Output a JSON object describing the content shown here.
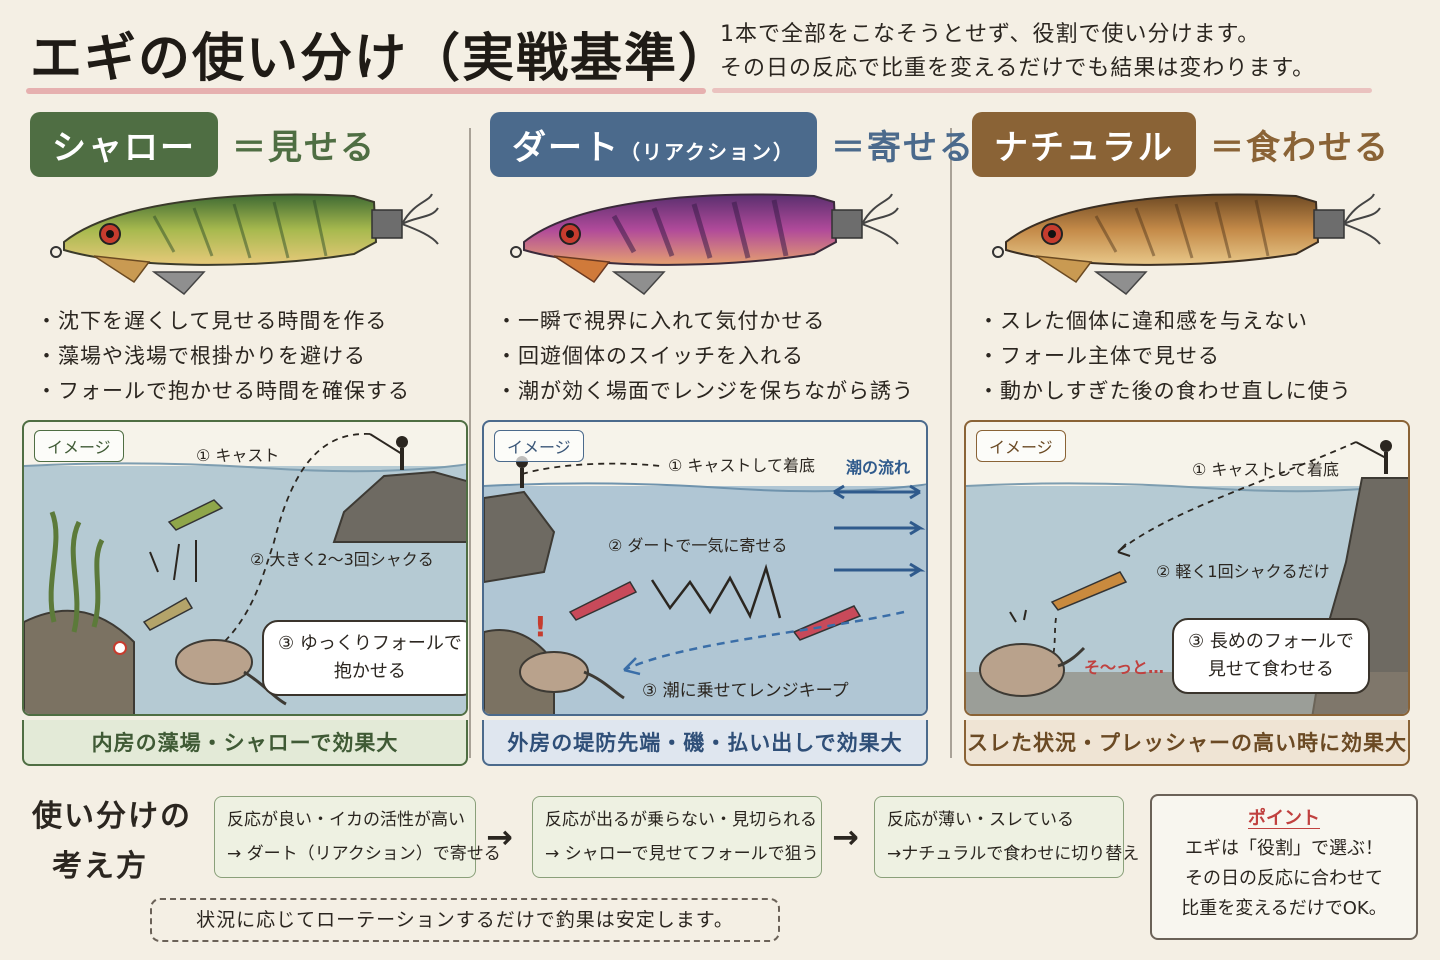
{
  "header": {
    "title": "エギの使い分け（実戦基準）",
    "subtitle_line1": "1本で全部をこなそうとせず、役割で使い分けます。",
    "subtitle_line2": "その日の反応で比重を変えるだけでも結果は変わります。"
  },
  "colors": {
    "green": "#4f6e43",
    "blue": "#4b6a8c",
    "brown": "#8a6336",
    "pink": "#e3a4a6",
    "water": "#a9c2cf",
    "background": "#f4efe4"
  },
  "columns": [
    {
      "tag": "シャロー",
      "tag_sub": "",
      "role": "＝見せる",
      "bullets": [
        "沈下を遅くして見せる時間を作る",
        "藻場や浅場で根掛かりを避ける",
        "フォールで抱かせる時間を確保する"
      ],
      "image_tag": "イメージ",
      "step1": "① キャスト",
      "step2": "② 大きく2〜3回シャクる",
      "step3_line1": "③ ゆっくりフォールで",
      "step3_line2": "抱かせる",
      "caption": "内房の藻場・シャローで効果大"
    },
    {
      "tag": "ダート",
      "tag_sub": "（リアクション）",
      "role": "＝寄せる",
      "bullets": [
        "一瞬で視界に入れて気付かせる",
        "回遊個体のスイッチを入れる",
        "潮が効く場面でレンジを保ちながら誘う"
      ],
      "image_tag": "イメージ",
      "step1": "① キャストして着底",
      "current_label": "潮の流れ",
      "step2": "② ダートで一気に寄せる",
      "step3": "③ 潮に乗せてレンジキープ",
      "caption": "外房の堤防先端・磯・払い出しで効果大"
    },
    {
      "tag": "ナチュラル",
      "tag_sub": "",
      "role": "＝食わせる",
      "bullets": [
        "スレた個体に違和感を与えない",
        "フォール主体で見せる",
        "動かしすぎた後の食わせ直しに使う"
      ],
      "image_tag": "イメージ",
      "step1": "① キャストして着底",
      "step2": "② 軽く1回シャクるだけ",
      "squid_text": "そ〜っと…",
      "step3_line1": "③ 長めのフォールで",
      "step3_line2": "見せて食わせる",
      "caption": "スレた状況・プレッシャーの高い時に効果大"
    }
  ],
  "bottom": {
    "title_line1": "使い分けの",
    "title_line2": "考え方",
    "flow": [
      {
        "line1": "反応が良い・イカの活性が高い",
        "line2": "→ ダート（リアクション）で寄せる"
      },
      {
        "line1": "反応が出るが乗らない・見切られる",
        "line2": "→ シャローで見せてフォールで狙う"
      },
      {
        "line1": "反応が薄い・スレている",
        "line2": "→ナチュラルで食わせに切り替え"
      }
    ],
    "arrow": "→",
    "note": "状況に応じてローテーションするだけで釣果は安定します。",
    "point_title": "ポイント",
    "point_line1": "エギは「役割」で選ぶ！",
    "point_line2": "その日の反応に合わせて",
    "point_line3": "比重を変えるだけでOK。"
  }
}
